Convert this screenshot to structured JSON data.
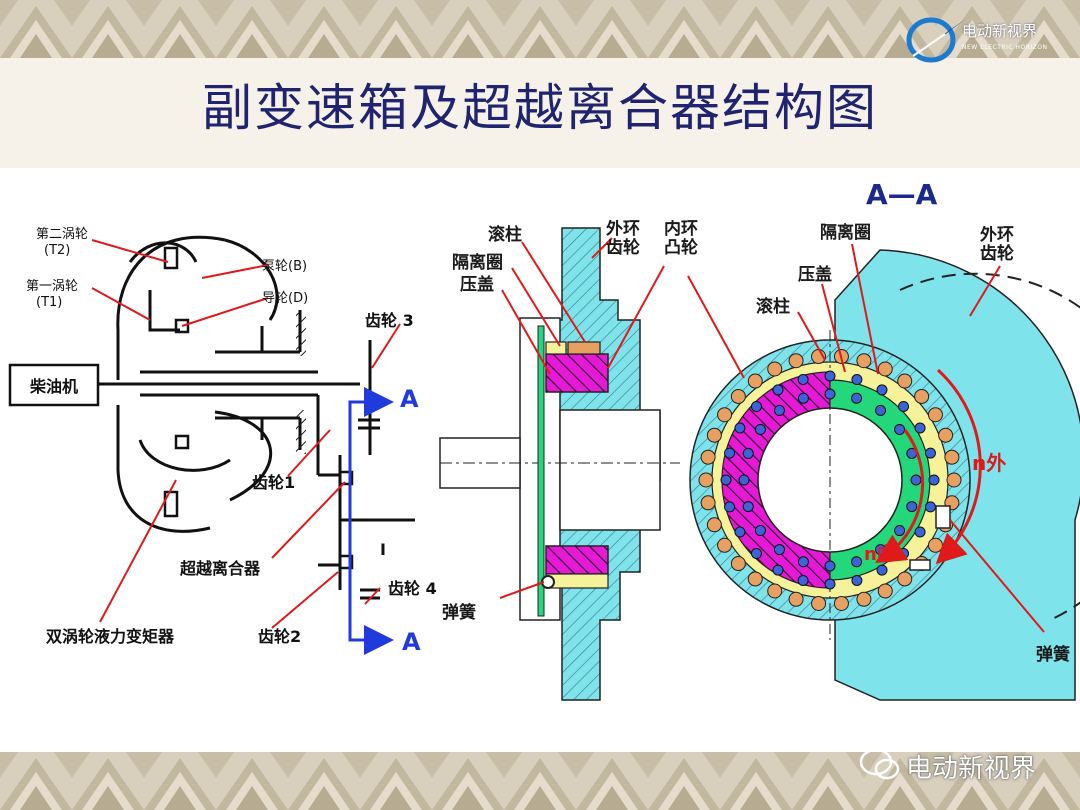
{
  "title": "副变速箱及超越离合器结构图",
  "logo": {
    "name": "电动新视界",
    "sub": "NEW ELECTRIC HORIZON"
  },
  "watermark": "电动新视界",
  "left_diagram": {
    "second_turbine": "第二涡轮",
    "second_turbine_code": "(T2)",
    "first_turbine": "第一涡轮",
    "first_turbine_code": "(T1)",
    "pump": "泵轮(B)",
    "guide": "导轮(D)",
    "diesel": "柴油机",
    "gear3": "齿轮 3",
    "gear1": "齿轮1",
    "gear4": "齿轮 4",
    "gear2": "齿轮2",
    "overrun_clutch": "超越离合器",
    "converter": "双涡轮液力变矩器",
    "shaft_I": "I",
    "arrow_A": "A"
  },
  "middle_diagram": {
    "roller": "滚柱",
    "outer_ring_gear": "外环齿轮",
    "inner_ring_cam": "内环凸轮",
    "isolation_ring": "隔离圈",
    "cover": "压盖",
    "spring": "弹簧"
  },
  "right_diagram": {
    "section": "A—A",
    "isolation_ring": "隔离圈",
    "outer_ring_gear": "外环齿轮",
    "cover": "压盖",
    "roller": "滚柱",
    "n_outer": "n外",
    "n_inner": "n内",
    "spring": "弹簧"
  },
  "colors": {
    "title": "#1f2370",
    "label_blue": "#1b2a8a",
    "leader_red": "#e01a1a",
    "cyan": "#7fe3ec",
    "magenta": "#e61ad6",
    "green": "#22d87a",
    "yellow": "#f6f29a",
    "orange": "#e8a060",
    "shaft_blue": "#1f3bdc"
  }
}
